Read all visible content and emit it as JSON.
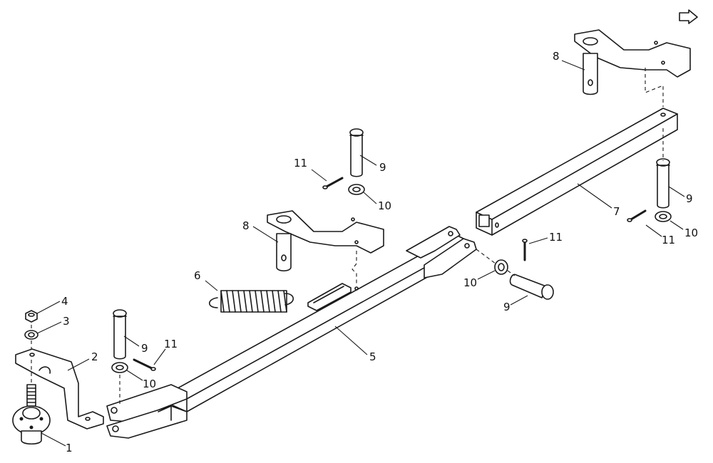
{
  "diagram": {
    "part_numbers": {
      "p1": "1",
      "p2": "2",
      "p3": "3",
      "p4": "4",
      "p5": "5",
      "p6": "6",
      "p7": "7",
      "p8_top": "8",
      "p8_mid": "8",
      "p9_left": "9",
      "p9_mid": "9",
      "p9_right": "9",
      "p9_lower": "9",
      "p10_left": "10",
      "p10_mid": "10",
      "p10_right": "10",
      "p10_lower": "10",
      "p11_left": "11",
      "p11_mid": "11",
      "p11_right": "11",
      "p11_lower": "11"
    },
    "icons": {
      "corner": "next-page-arrow-icon"
    },
    "colors": {
      "line": "#1a1a1a",
      "background": "#ffffff"
    }
  }
}
